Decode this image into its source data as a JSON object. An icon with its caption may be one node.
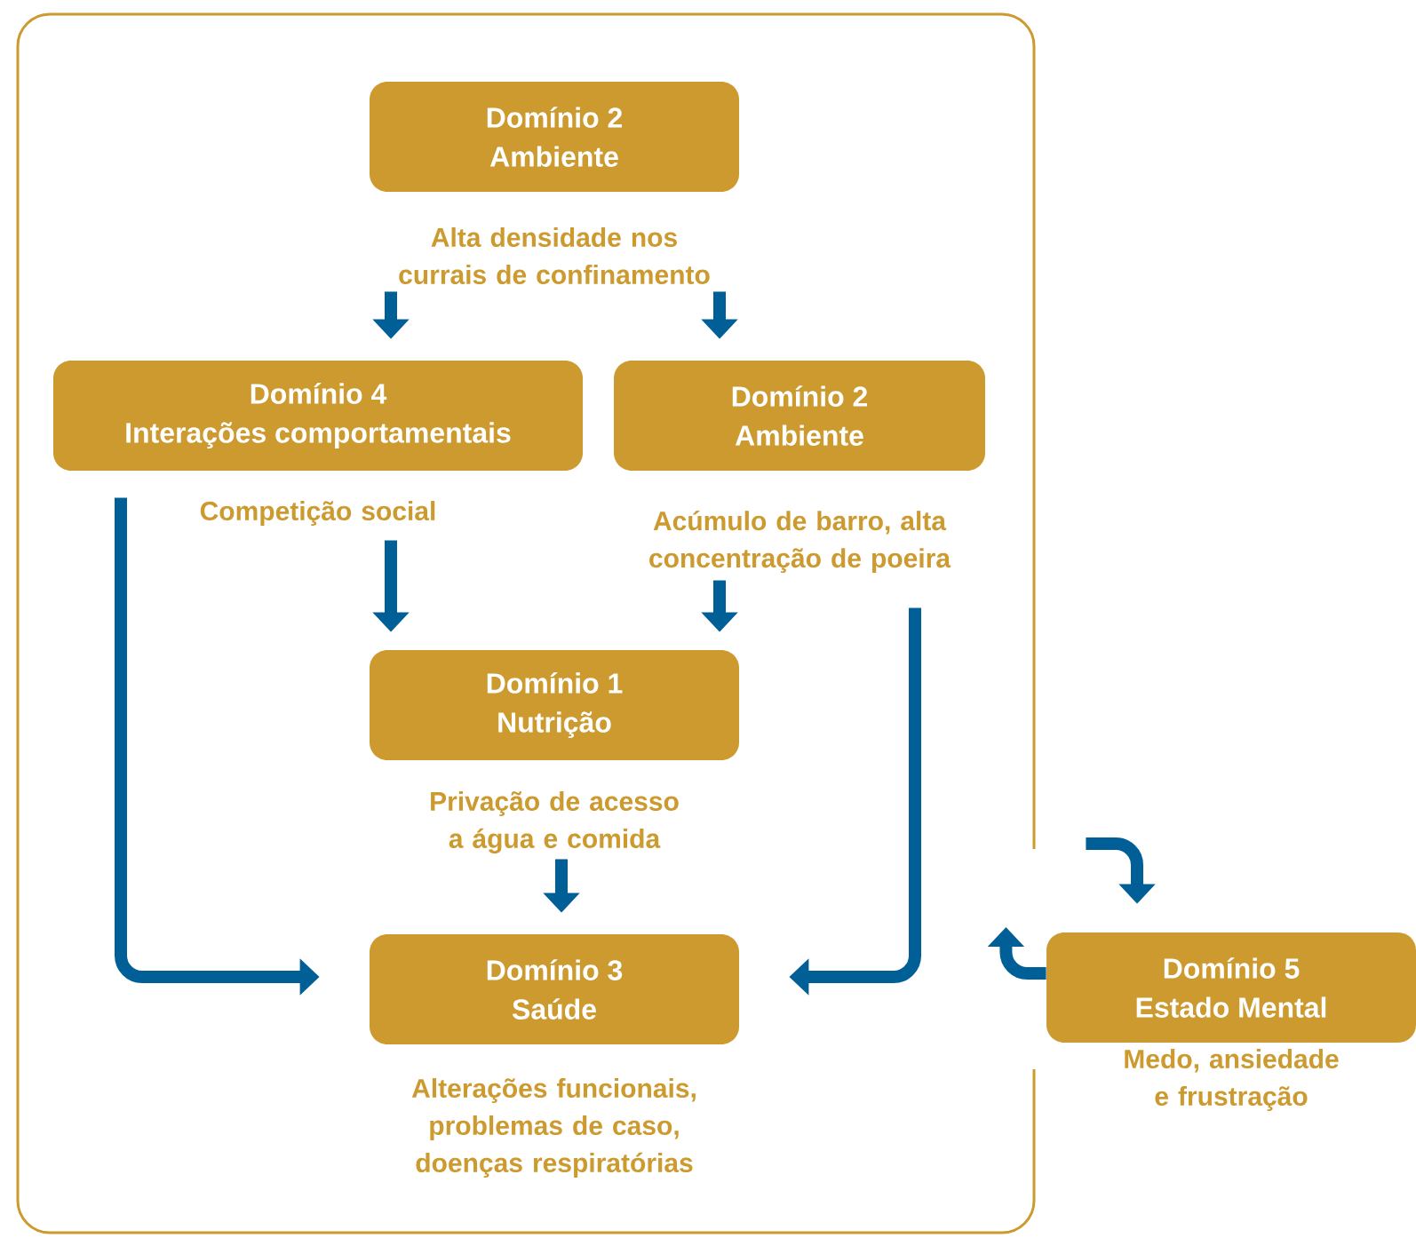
{
  "diagram": {
    "nodes": [
      {
        "text": [],
        "shape": "box"
      },
      {
        "text": [
          "Domínio 2",
          "Ambiente"
        ],
        "beside": [
          "Alta densidade nos currais de confinamento"
        ],
        "in": 0
      },
      {
        "text": [
          "Domínio 4",
          "Interações comportamentais"
        ],
        "beside": [
          "Competição social"
        ],
        "in": 0
      },
      {
        "text": [
          "Domínio 2",
          "Ambiente"
        ],
        "beside": [
          "Acúmulo de barro, alta concentração de poeira"
        ],
        "in": 0
      },
      {
        "text": [
          "Domínio 1",
          "Nutrição"
        ],
        "beside": [
          "Privação de acesso a água e comida"
        ],
        "in": 0
      },
      {
        "text": [
          "Domínio 3",
          "Saúde"
        ],
        "beside": [
          "Alterações funcionais, problemas de caso, doenças respiratórias"
        ],
        "in": 0
      },
      {
        "text": [
          "Domínio 5",
          "Estado Mental"
        ],
        "beside": [
          "Medo, ansiedade e frustração"
        ]
      }
    ],
    "edges": [
      {
        "from": 1,
        "to": 2,
        "arrow": "to"
      },
      {
        "from": 1,
        "to": 3,
        "arrow": "to"
      },
      {
        "from": 2,
        "to": 4,
        "arrow": "to"
      },
      {
        "from": 3,
        "to": 4,
        "arrow": "to"
      },
      {
        "from": 4,
        "to": 5,
        "arrow": "to"
      },
      {
        "from": 2,
        "to": 5,
        "arrow": "to"
      },
      {
        "from": 3,
        "to": 5,
        "arrow": "to"
      },
      {
        "from": 0,
        "to": 6,
        "arrow": "to"
      },
      {
        "from": 6,
        "to": 0,
        "arrow": "to"
      }
    ]
  }
}
